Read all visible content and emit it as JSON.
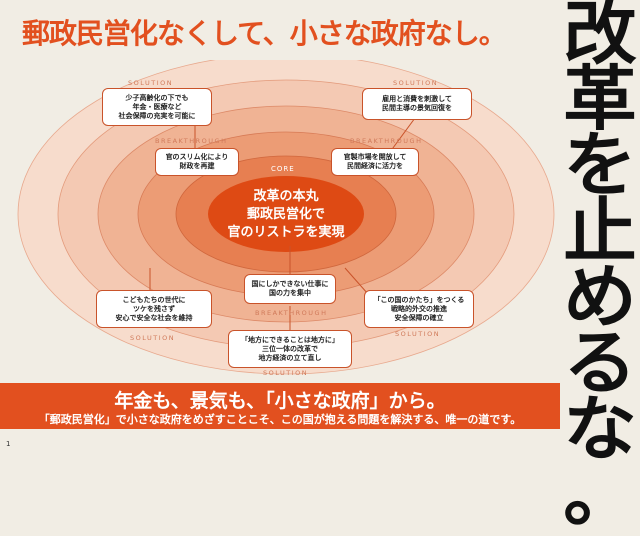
{
  "headline": "郵政民営化なくして、小さな政府なし。",
  "vertical_slogan": "改革を止めるな。",
  "labels": {
    "solution": "SOLUTION",
    "breakthrough": "BREAKTHROUGH",
    "core": "CORE"
  },
  "core_text": "改革の本丸\n郵政民営化で\n官のリストラを実現",
  "solutions": {
    "top_left": "少子高齢化の下でも\n年金・医療など\n社会保障の充実を可能に",
    "top_right": "雇用と消費を刺激して\n民間主導の景気回復を",
    "bottom_left": "こどもたちの世代に\nツケを残さず\n安心で安全な社会を維持",
    "bottom_right": "「この国のかたち」をつくる\n戦略的外交の推進\n安全保障の確立",
    "bottom_center": "「地方にできることは地方に」\n三位一体の改革で\n地方経済の立て直し"
  },
  "breakthroughs": {
    "left": "官のスリム化により\n財政を再建",
    "right": "官製市場を開放して\n民間経済に活力を",
    "bottom": "国にしかできない仕事に\n国の力を集中"
  },
  "band": {
    "line1": "年金も、景気も、「小さな政府」から。",
    "line2": "「郵政民営化」で小さな政府をめざすことこそ、この国が抱える問題を解決する、唯一の道です。"
  },
  "page_number": "1",
  "colors": {
    "accent": "#e2501f",
    "ring": "#f3b9a0",
    "core": "#de4a14"
  }
}
